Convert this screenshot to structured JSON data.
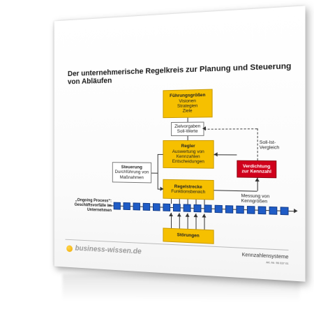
{
  "title": "Der unternehmerische Regelkreis zur Planung und Steuerung von Abläufen",
  "boxes": {
    "fuehrung": {
      "heading": "Führungsgrößen",
      "lines": [
        "Visionen",
        "Strategien",
        "Ziele"
      ]
    },
    "zielvorgaben": {
      "lines": [
        "Zielvorgaben",
        "Soll-Werte"
      ]
    },
    "regler": {
      "heading": "Regler",
      "lines": [
        "Auswertung von",
        "Kennzahlen",
        "Entscheidungen"
      ]
    },
    "steuerung": {
      "heading": "Steuerung",
      "lines": [
        "Durchführung von",
        "Maßnahmen"
      ]
    },
    "verdichtung": {
      "lines": [
        "Verdichtung",
        "zur Kennzahl"
      ]
    },
    "regelstrecke": {
      "heading": "Regelstrecke",
      "lines": [
        "Funktionsbereich"
      ]
    },
    "stoerungen": {
      "heading": "Störungen"
    }
  },
  "labels": {
    "soll_ist": [
      "Soll-Ist-",
      "Vergleich"
    ],
    "messung": [
      "Messung von",
      "Kenngrößen"
    ],
    "process": [
      "„Ongoing Process“:",
      "Geschäftsvorfälle im",
      "Unternehmen"
    ]
  },
  "footer": {
    "logo": "business-wissen.de",
    "brand": "Kennzahlensysteme",
    "artnr": "Art.-Nr. 96 037 01"
  },
  "colors": {
    "yellow": "#f6c000",
    "red": "#d0001c",
    "blue": "#1f5cc6"
  }
}
